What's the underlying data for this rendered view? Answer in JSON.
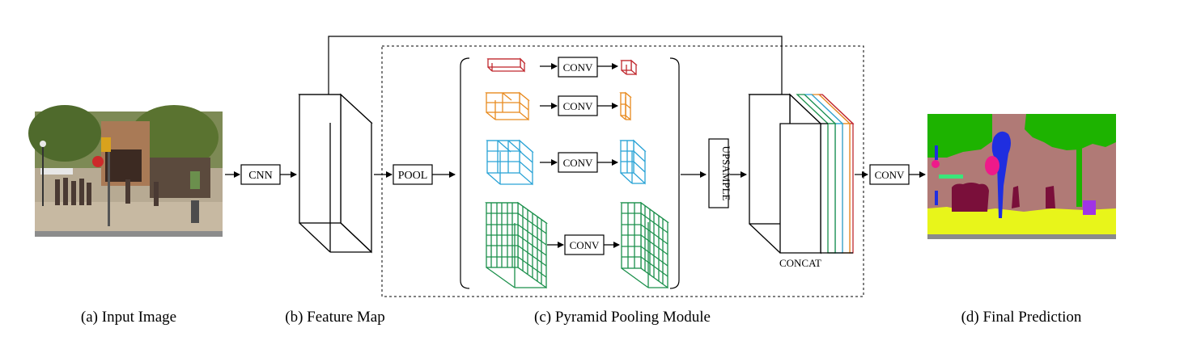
{
  "captions": {
    "input": "(a) Input Image",
    "feature": "(b) Feature Map",
    "pyramid": "(c) Pyramid Pooling Module",
    "final": "(d) Final Prediction"
  },
  "blocks": {
    "cnn": "CNN",
    "pool": "POOL",
    "conv": "CONV",
    "upsample": "UPSAMPLE",
    "concat": "CONCAT",
    "final_conv": "CONV"
  },
  "colors": {
    "red": "#c0282e",
    "orange": "#e88a1e",
    "blue": "#2aa3d6",
    "green": "#1a8f4a",
    "seg_green": "#1db300",
    "seg_mauve": "#b07a76",
    "seg_yellow": "#e8f51a",
    "seg_maroon": "#7a0f3a",
    "seg_blue": "#1f2ee0",
    "seg_magenta": "#ee1a8a",
    "seg_purple": "#a034e6",
    "seg_gray": "#8a8a8a"
  }
}
